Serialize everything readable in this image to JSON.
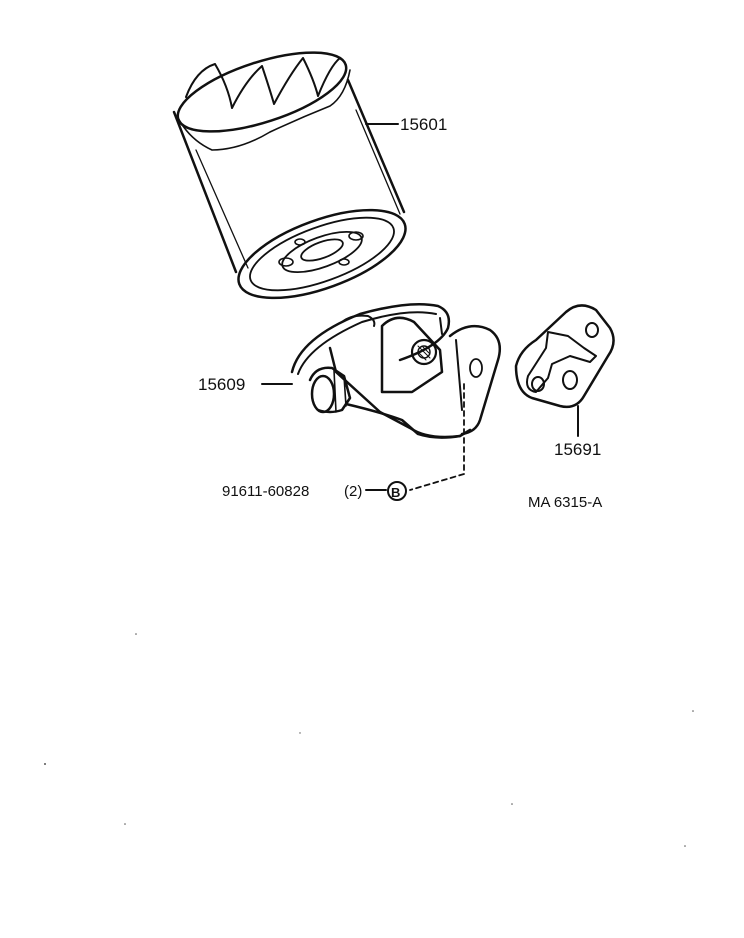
{
  "diagram": {
    "parts": [
      {
        "id": "oil-filter",
        "number": "15601"
      },
      {
        "id": "filter-bracket",
        "number": "15609"
      },
      {
        "id": "gasket",
        "number": "15691"
      }
    ],
    "bolt": {
      "number": "91611-60828",
      "qty": "(2)",
      "symbol": "B"
    },
    "drawing_code": "MA 6315-A"
  },
  "colors": {
    "ink": "#111111",
    "paper": "#ffffff"
  }
}
